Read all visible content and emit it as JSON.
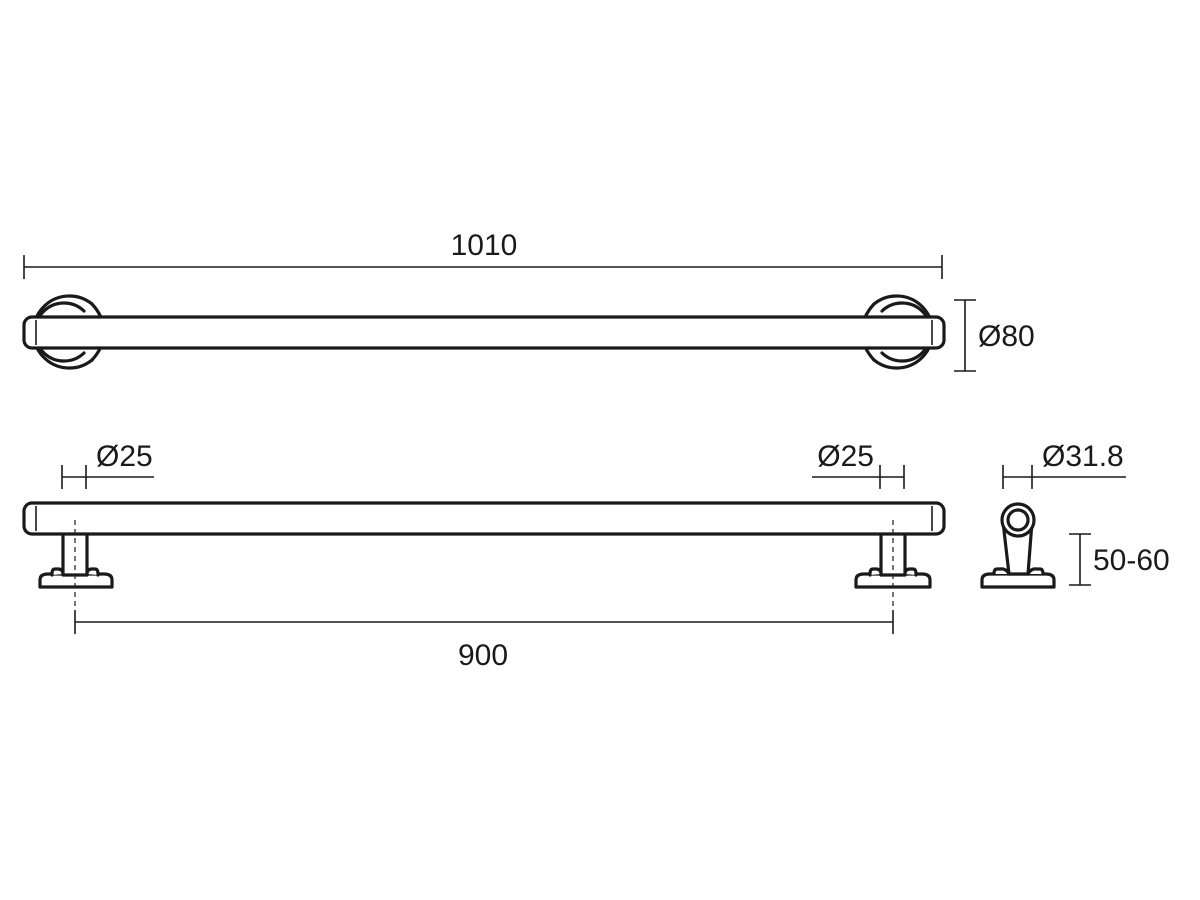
{
  "colors": {
    "line": "#1a1a1a",
    "background": "#ffffff"
  },
  "dimensions": {
    "overall_length": "1010",
    "rosette_diameter": "Ø80",
    "post_diameter_left": "Ø25",
    "post_diameter_right": "Ø25",
    "tube_diameter": "Ø31.8",
    "wall_clearance": "50-60",
    "center_distance": "900"
  }
}
